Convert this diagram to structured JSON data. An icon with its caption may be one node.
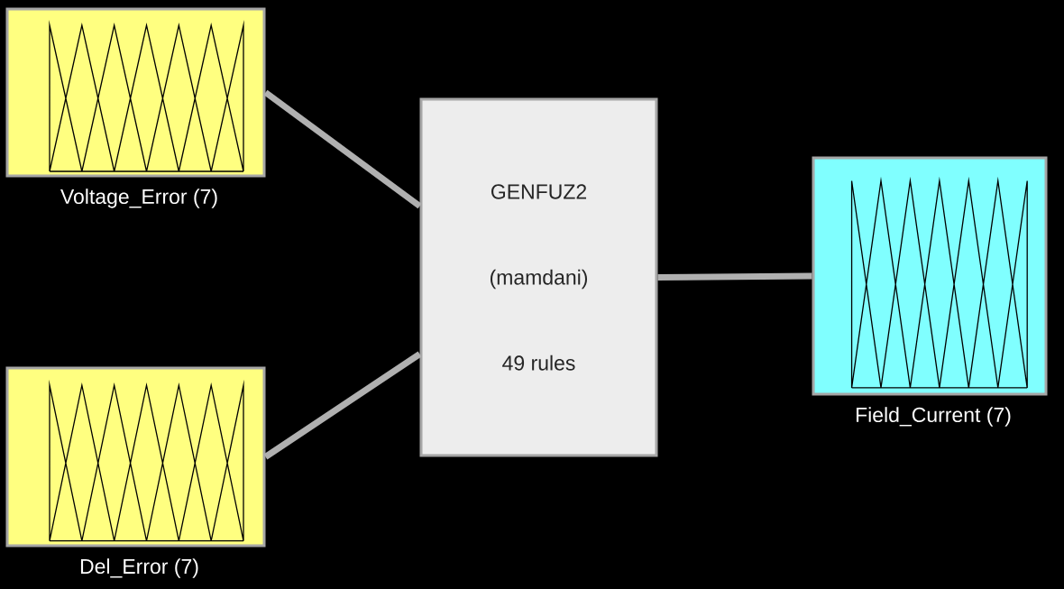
{
  "diagram": {
    "nodes": [
      {
        "text": [
          "Voltage_Error (7)"
        ]
      },
      {
        "text": [
          "Del_Error (7)"
        ]
      },
      {
        "text": [
          "GENFUZ2",
          "(mamdani)",
          "49 rules"
        ]
      },
      {
        "text": [
          "Field_Current (7)"
        ]
      }
    ],
    "edges": [
      {
        "from": 0,
        "to": 2,
        "arrow": "none"
      },
      {
        "from": 1,
        "to": 2,
        "arrow": "none"
      },
      {
        "from": 2,
        "to": 3,
        "arrow": "none"
      }
    ]
  }
}
